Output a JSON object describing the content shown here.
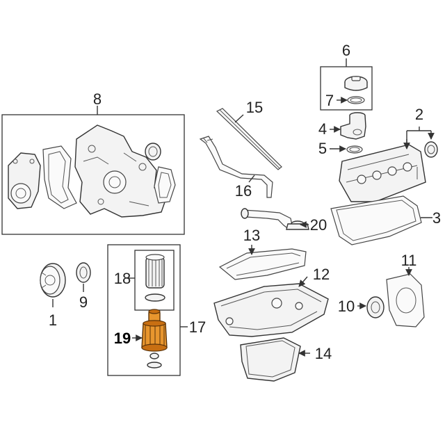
{
  "callouts": {
    "c1": "1",
    "c2": "2",
    "c3": "3",
    "c4": "4",
    "c5": "5",
    "c6": "6",
    "c7": "7",
    "c8": "8",
    "c9": "9",
    "c10": "10",
    "c11": "11",
    "c12": "12",
    "c13": "13",
    "c14": "14",
    "c15": "15",
    "c16": "16",
    "c17": "17",
    "c18": "18",
    "c19": "19",
    "c20": "20"
  },
  "colors": {
    "highlight": "#e8962e",
    "highlight_dark": "#c86f12",
    "line": "#333333"
  },
  "highlighted_part": "19"
}
